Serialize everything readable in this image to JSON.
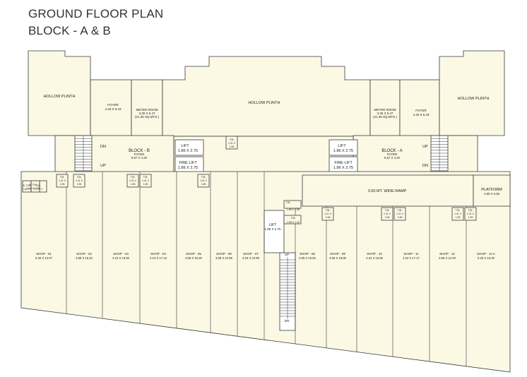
{
  "title": {
    "line1": "GROUND FLOOR PLAN",
    "line2": "BLOCK - A & B"
  },
  "labels": {
    "hollow_plinth": "HOLLOW PLINTH",
    "foyer": "FOYER",
    "foyer_dim": "4.46 X 6.43",
    "meter_room": "METER ROOM",
    "meter_room_dim": "3.35 X 6.47",
    "meter_room_area": "(21.35 SQ.MTS.)",
    "block_b": "BLOCK - B",
    "block_a": "BLOCK - A",
    "lobby_foyer": "FOYER",
    "lobby_foyer_dim": "8.57 X 4.20",
    "lift": "LIFT",
    "lift_dim": "1.86 X 2.75",
    "fire_lift": "FIRE LIFT",
    "lift_center": "LIFT",
    "lift_center_dim": "1.85 X 2.75",
    "up": "UP",
    "dn": "DN",
    "ramp": "3.65 MT. WIDE RAMP",
    "platform": "PLATFORM",
    "platform_dim": "4.90 X 3.65",
    "tol": "TOL",
    "tol_dim1": "1.21 X",
    "tol_dim2": "1.55",
    "tol_a_1": "1.65 X 1.38",
    "tol_a_2": "1.65 X 1.42",
    "small_tol_1": "B. TOL",
    "small_tol_1_dim": "1.69 X 2.15",
    "small_tol_2": "B. TOL",
    "small_tol_3": "TOL",
    "small_tol_dim_left": "1.18 X 1",
    "small_tol_dim_right": "1.17 X 1"
  },
  "shops": [
    {
      "name": "SHOP - 01",
      "dim": "5.26 X 13.07"
    },
    {
      "name": "SHOP - 02",
      "dim": "3.66 X 16.22"
    },
    {
      "name": "SHOP - 03",
      "dim": "4.24 X 16.55"
    },
    {
      "name": "SHOP - 04",
      "dim": "4.24 X 17.13"
    },
    {
      "name": "SHOP - 05",
      "dim": "3.66 X 16.25"
    },
    {
      "name": "SHOP - 06",
      "dim": "3.05 X 22.96"
    },
    {
      "name": "SHOP - 07",
      "dim": "3.19 X 22.99"
    },
    {
      "name": "SHOP - 08",
      "dim": "3.05 X 16.84"
    },
    {
      "name": "SHOP - 09",
      "dim": "3.66 X 16.06"
    },
    {
      "name": "SHOP - 10",
      "dim": "4.24 X 16.59"
    },
    {
      "name": "SHOP - 11",
      "dim": "4.24 X 17.17"
    },
    {
      "name": "SHOP - 12",
      "dim": "3.66 X 12.29"
    },
    {
      "name": "SHOP - 12 A",
      "dim": "5.26 X 16.29"
    }
  ]
}
